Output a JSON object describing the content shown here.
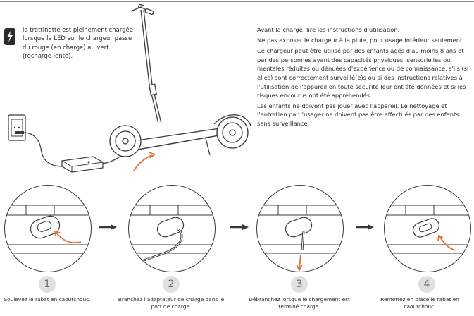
{
  "charge_note": {
    "icon": "lightning-bolt-icon",
    "text": "la trottinette est pleinement chargée lorsque la LED sur le chargeur passe du rouge (en charge) au vert (recharge lente)."
  },
  "safety": {
    "para1": "Avant la charge, lire les instructions d'utilisation.",
    "para2": "Ne pas exposer le chargeur à la pluie, pour usage intérieur seulement.",
    "para3": "Ce chargeur peut être utilisé par des enfants âgés d'au moins 8 ans et par des personnes ayant des capacités physiques, sensorielles ou mentales réduites ou dénuées d'expérience ou de connaissance, s'ils (si elles) sont correctement surveillé(e)s ou si des instructions relatives à l'utilisation de l'appareil en toute sécurité leur ont été données et si les risques encourus ont été appréhendés.",
    "para4": "Les enfants ne doivent pas jouer avec l'appareil. Le nettoyage et l'entretien par l'usager ne doivent pas être effectués par des enfants sans surveillance."
  },
  "steps": [
    {
      "number": "1",
      "caption": "Soulevez le rabat en caoutchouc."
    },
    {
      "number": "2",
      "caption": "Branchez l'adaptateur de charge dans le port de charge."
    },
    {
      "number": "3",
      "caption": "Débranchez lorsque le chargement est terminé charge."
    },
    {
      "number": "4",
      "caption": "Remettez en place le rabat en caoutchouc."
    }
  ],
  "colors": {
    "accent_arrow": "#e0703a",
    "line": "#3a3a3a",
    "number_badge": "#e0e0e0"
  }
}
